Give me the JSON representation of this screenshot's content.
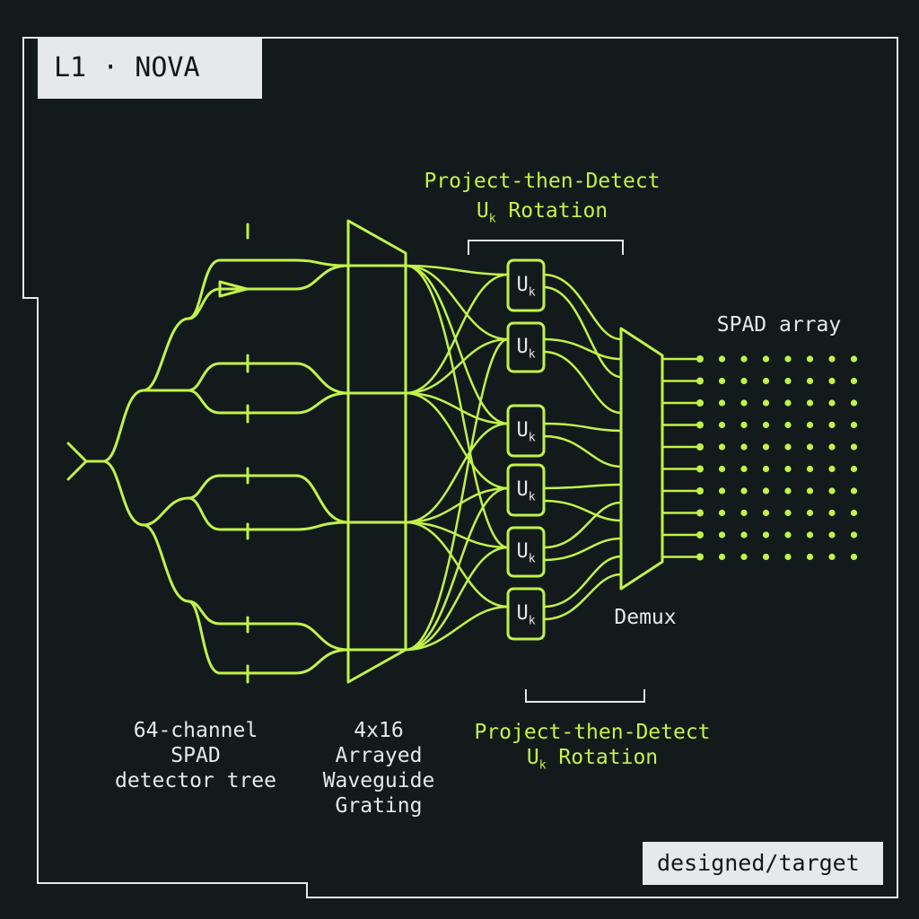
{
  "title_badge": "L1 · NOVA",
  "corner_badge": "designed/target",
  "top_heading": {
    "line1": "Project-then-Detect",
    "line2_main": "U",
    "line2_sub": "k",
    "line2_rest": " Rotation"
  },
  "bottom_heading": {
    "line1": "Project-then-Detect",
    "line2_main": "U",
    "line2_sub": "k",
    "line2_rest": " Rotation"
  },
  "spad_array_label": "SPAD array",
  "demux_label": "Demux",
  "detector_tree_label": {
    "line1": "64-channel",
    "line2": "SPAD",
    "line3": "detector tree"
  },
  "awg_label": {
    "line1": "4x16",
    "line2": "Arrayed",
    "line3": "Waveguide",
    "line4": "Grating"
  },
  "rotation_blocks": [
    {
      "main": "U",
      "sub": "k"
    },
    {
      "main": "U",
      "sub": "k"
    },
    {
      "main": "U",
      "sub": "k"
    },
    {
      "main": "U",
      "sub": "k"
    },
    {
      "main": "U",
      "sub": "k"
    },
    {
      "main": "U",
      "sub": "k"
    }
  ],
  "spad_array": {
    "rows": 10,
    "cols": 8
  },
  "colors": {
    "background": "#131a1c",
    "accent": "#c2f24a",
    "text": "#e6e9ea",
    "badge_bg": "#e6e9ea"
  }
}
